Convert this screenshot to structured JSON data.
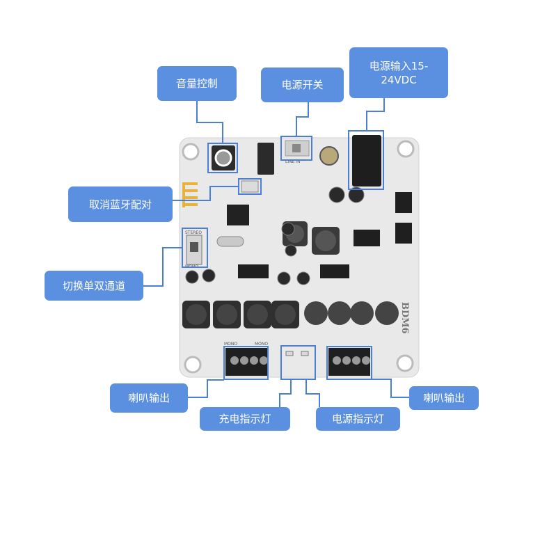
{
  "labels": {
    "volume": "音量控制",
    "power_switch": "电源开关",
    "power_input": "电源输入15-24VDC",
    "cancel_pairing": "取消蓝牙配对",
    "mono_stereo": "切换单双通道",
    "speaker_left": "喇叭输出",
    "speaker_right": "喇叭输出",
    "charge_led": "充电指示灯",
    "power_led": "电源指示灯"
  },
  "board_silk": {
    "model": "BDM6",
    "stereo": "STEREO",
    "mono": "MONO",
    "line_in": "LINE IN",
    "mono_out_left": "MONO",
    "mono_out_right": "MONO"
  },
  "colors": {
    "callout": "#5b8fe0",
    "connector_line": "#5b8fe0",
    "board": "#ececec",
    "terminal_block": "#1f1f1f"
  }
}
